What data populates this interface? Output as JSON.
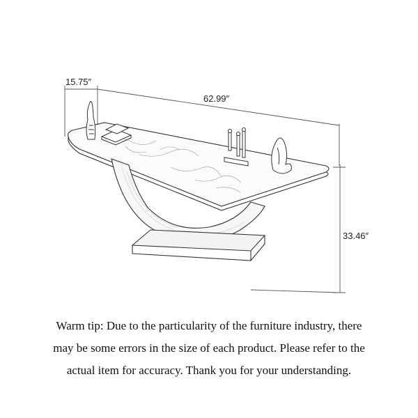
{
  "dimensions": {
    "depth": "15.75″",
    "width": "62.99″",
    "height": "33.46″"
  },
  "tip": {
    "lines": [
      "Warm tip: Due to the particularity of the furniture industry, there",
      "may be some errors in the size of each product. Please refer to the",
      "actual item for accuracy. Thank you for your understanding."
    ]
  }
}
